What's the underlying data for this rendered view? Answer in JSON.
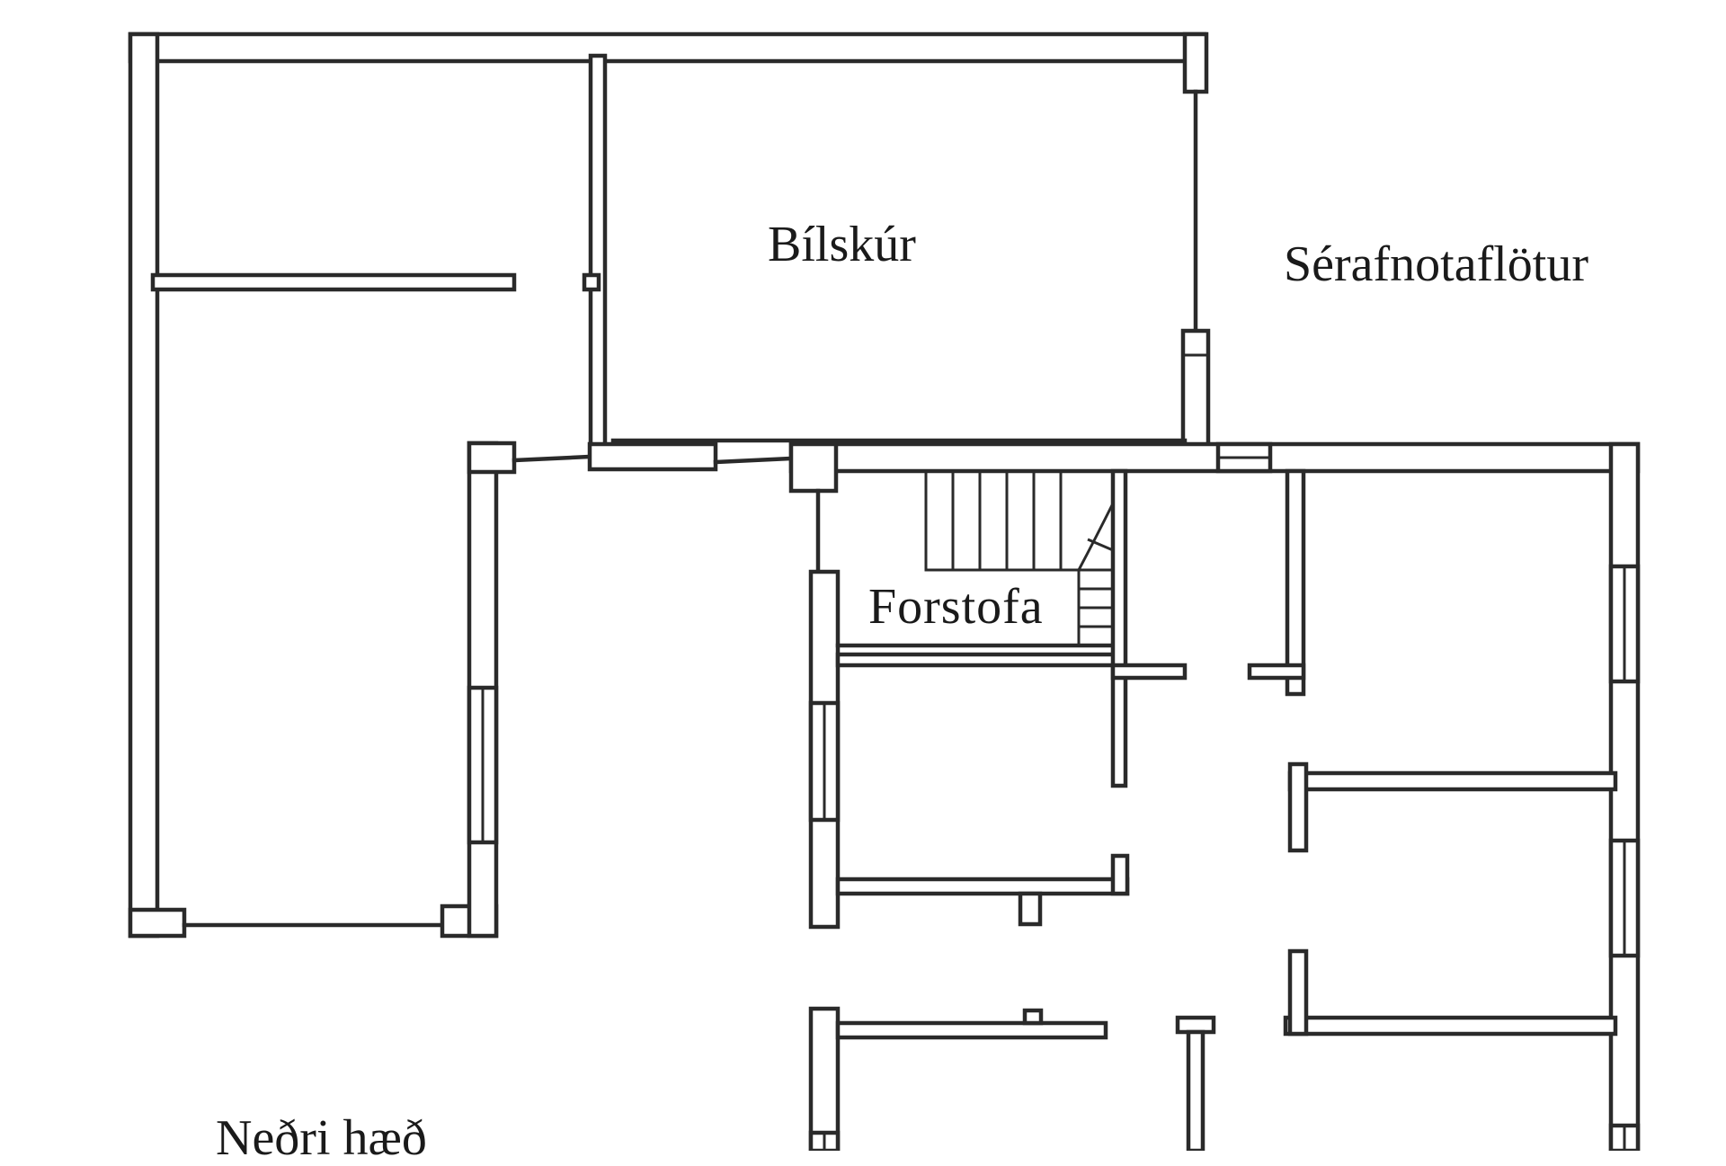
{
  "plan": {
    "rooms": {
      "garage": "Bílskúr",
      "private_area": "Sérafnotaflötur",
      "entrance": "Forstofa",
      "lower_floor": "Neðri hæð"
    },
    "colors": {
      "ink": "#2a2a2a",
      "paper": "#ffffff"
    }
  }
}
